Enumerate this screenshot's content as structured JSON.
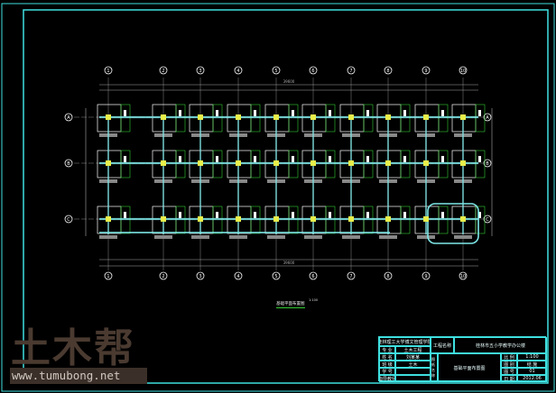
{
  "drawing": {
    "title": "基础平面布置图",
    "scale": "1:100",
    "column_axes": [
      "1",
      "2",
      "3",
      "4",
      "5",
      "6",
      "7",
      "8",
      "9",
      "10"
    ],
    "row_axes": [
      "A",
      "B",
      "C"
    ],
    "overall_dimension": "39600",
    "colors": {
      "frame": "#3fe0e0",
      "beam": "#7fe8e8",
      "footing": "#ffffff",
      "column": "#e8f04a",
      "dim": "#aaaaaa",
      "green": "#33cc33"
    }
  },
  "title_block": {
    "school": "桂林理工大学博文管理学院",
    "major_label": "专 业",
    "major": "土木工程",
    "name_label": "姓 名",
    "name": "刘某某",
    "class_label": "班 级",
    "class": "土木",
    "id_label": "学 号",
    "advisor_label": "指导教师",
    "project_label": "工程名称",
    "project": "桂林市五小学教学办公楼",
    "side_label": "图 纸 名 称",
    "sheet_title": "基础平面布置图",
    "r1a": "比 例",
    "r1b": "1:100",
    "r2a": "图 别",
    "r2b": "结 施",
    "r3a": "图 号",
    "r3b": "01",
    "r4a": "日 期",
    "r4b": "2012.06"
  },
  "watermark": {
    "logo": "土木帮",
    "url": "www.tumubong.net"
  }
}
